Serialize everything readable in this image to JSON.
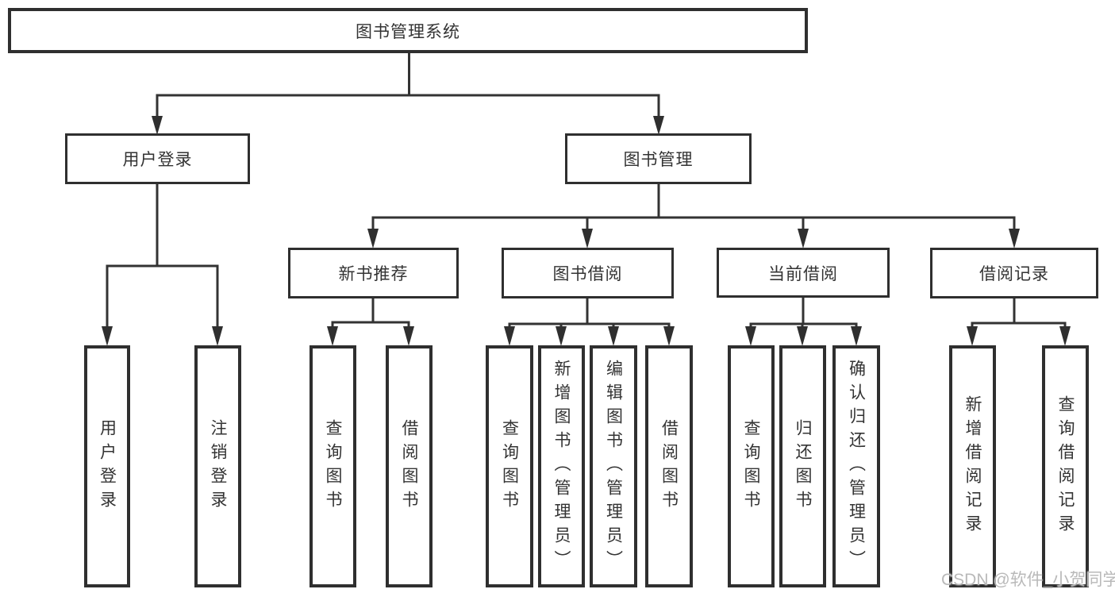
{
  "diagram": {
    "root": "图书管理系统",
    "groups": {
      "user_login": "用户登录",
      "book_mgmt": "图书管理"
    },
    "modules": {
      "new_book": "新书推荐",
      "borrow": "图书借阅",
      "current": "当前借阅",
      "record": "借阅记录"
    },
    "leaves": {
      "user_login": "用户登录",
      "logout": "注销登录",
      "nb_query": "查询图书",
      "nb_borrow": "借阅图书",
      "bw_query": "查询图书",
      "bw_add": "新增图书（管理员）",
      "bw_edit": "编辑图书（管理员）",
      "bw_borrow": "借阅图书",
      "cb_query": "查询图书",
      "cb_return": "归还图书",
      "cb_confirm": "确认归还（管理员）",
      "rc_add": "新增借阅记录",
      "rc_query": "查询借阅记录"
    }
  },
  "watermark": "CSDN @软件_小贺同学",
  "colors": {
    "line": "#333333",
    "border": "#2f2f2f",
    "text": "#333333",
    "watermark": "#b9b9b9",
    "background": "#ffffff"
  }
}
